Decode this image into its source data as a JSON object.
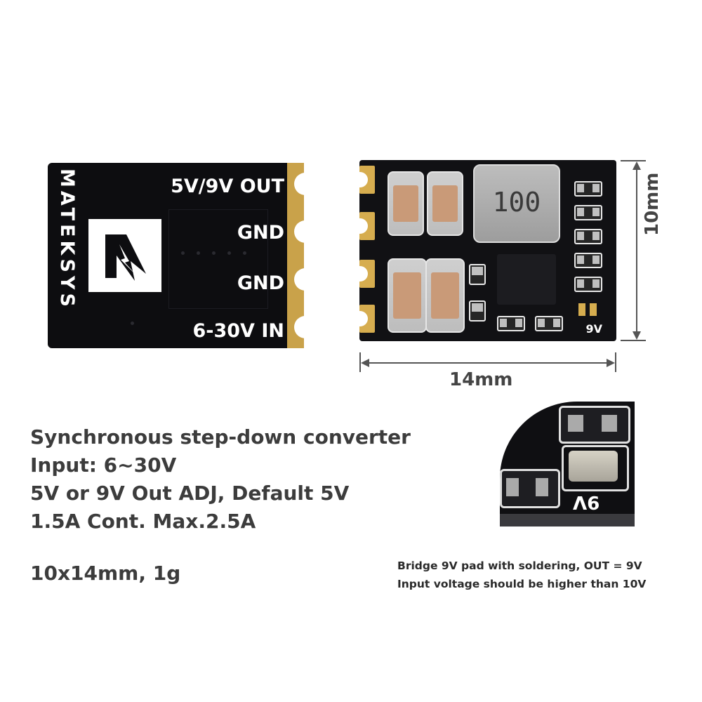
{
  "back_board": {
    "brand": "MATEKSYS",
    "pads": [
      "5V/9V OUT",
      "GND",
      "GND",
      "6-30V IN"
    ]
  },
  "front_board": {
    "inductor_marking": "100",
    "bridge_label": "9V"
  },
  "dimensions": {
    "height": "10mm",
    "width": "14mm"
  },
  "specs": [
    "Synchronous step-down converter",
    "Input: 6~30V",
    "5V or 9V Out ADJ, Default 5V",
    "1.5A Cont. Max.2.5A",
    "10x14mm, 1g"
  ],
  "zoom": {
    "label": "9V",
    "notes": [
      "Bridge 9V pad with soldering, OUT = 9V",
      "Input voltage should be higher than 10V"
    ]
  },
  "colors": {
    "pcb": "#0d0d10",
    "gold": "#c9a24a",
    "text": "#3c3c3c"
  }
}
